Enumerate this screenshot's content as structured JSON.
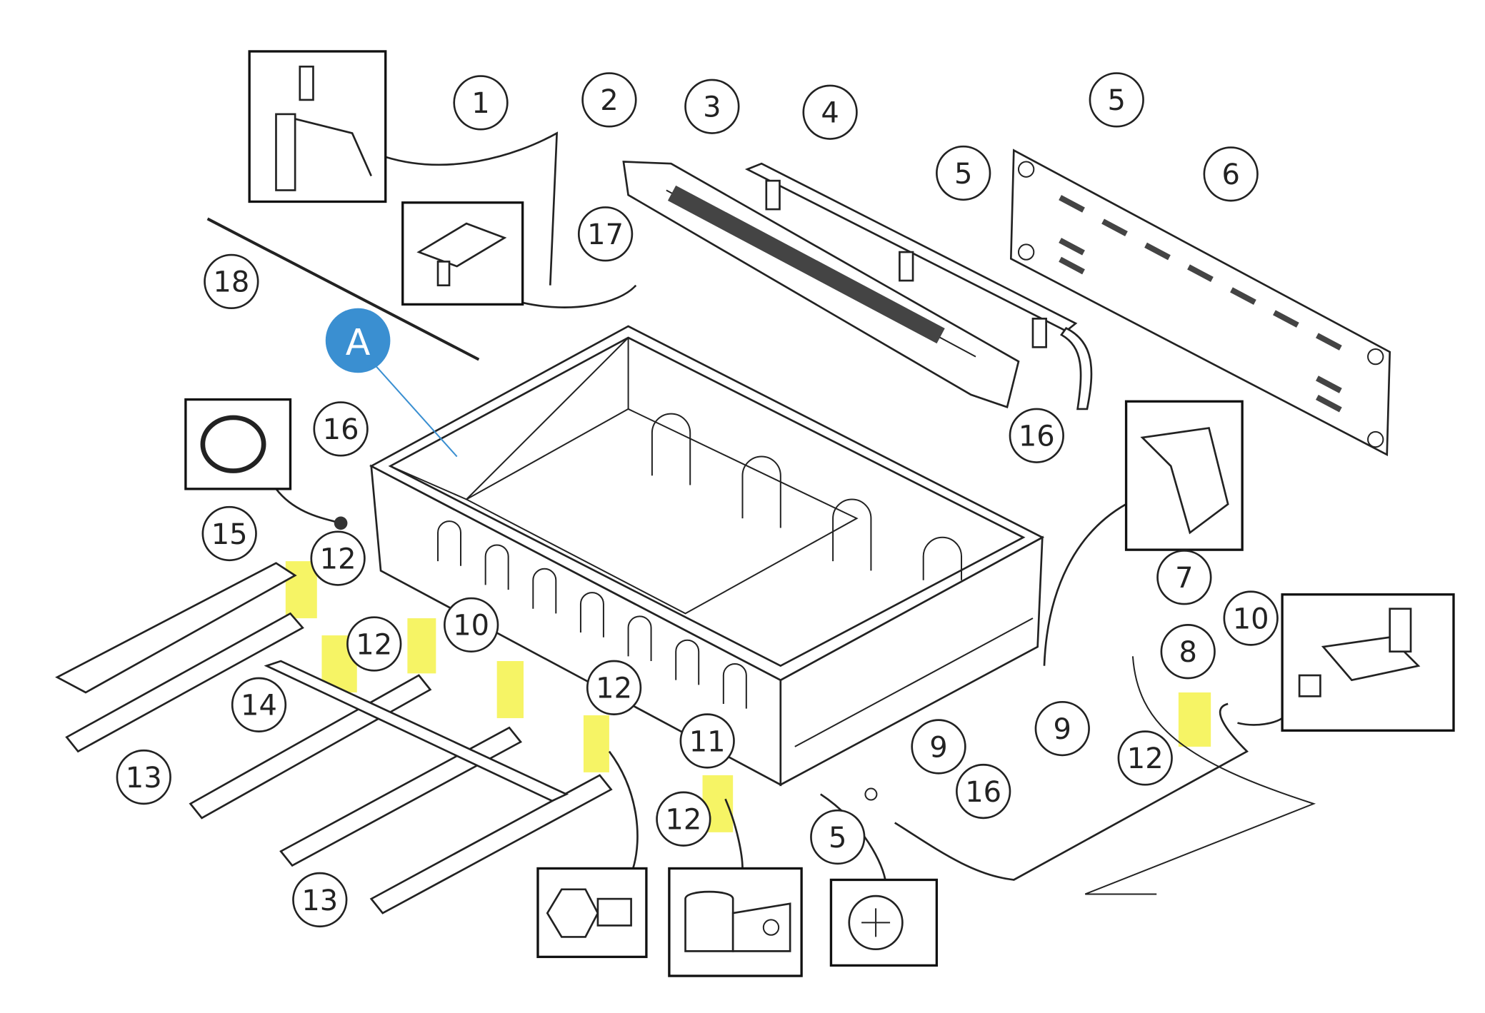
{
  "diagram": {
    "marker_A": "A",
    "accent_color": "#3a8fd1",
    "highlight_color": "#f4f24a",
    "callouts": [
      "1",
      "2",
      "3",
      "4",
      "5",
      "5",
      "6",
      "17",
      "18",
      "16",
      "16",
      "15",
      "12",
      "10",
      "12",
      "14",
      "13",
      "13",
      "12",
      "11",
      "12",
      "5",
      "9",
      "16",
      "9",
      "7",
      "8",
      "10",
      "12"
    ]
  }
}
